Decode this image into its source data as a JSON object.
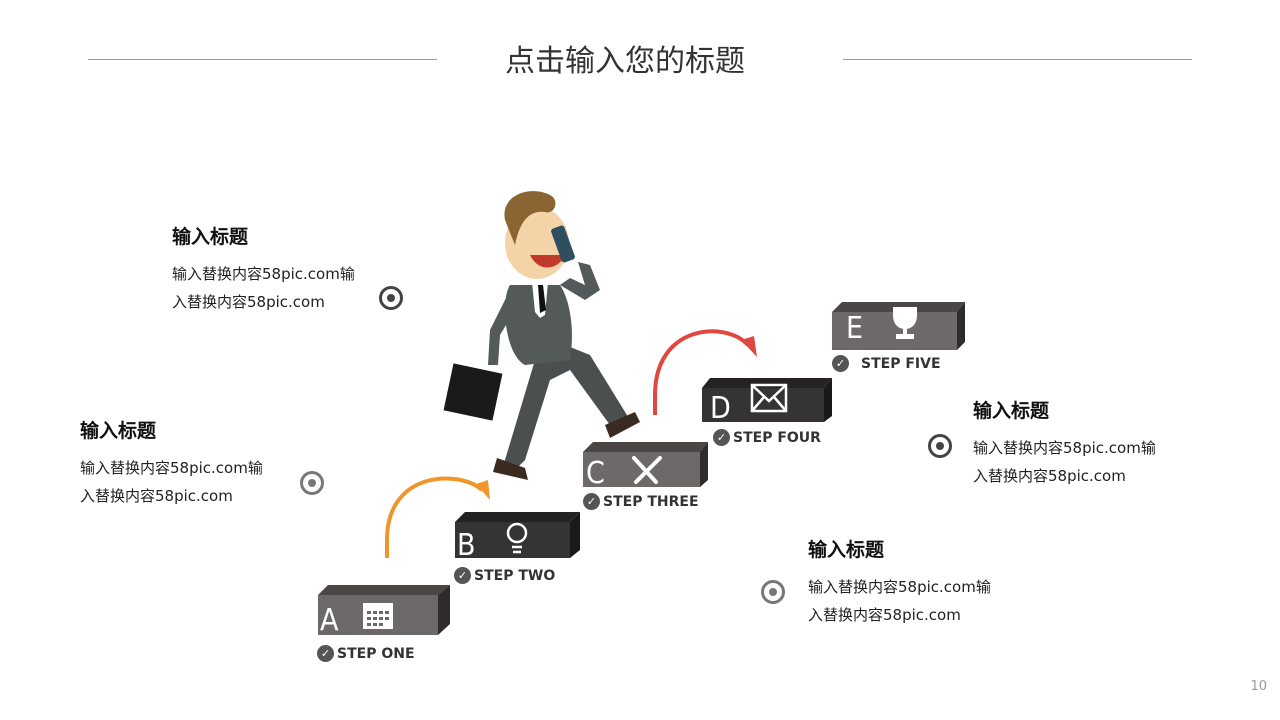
{
  "header": {
    "title": "点击输入您的标题"
  },
  "page_number": "10",
  "steps": [
    {
      "letter": "A",
      "label": "STEP ONE",
      "icon": "calendar-icon"
    },
    {
      "letter": "B",
      "label": "STEP TWO",
      "icon": "lightbulb-icon"
    },
    {
      "letter": "C",
      "label": "STEP THREE",
      "icon": "tools-icon"
    },
    {
      "letter": "D",
      "label": "STEP FOUR",
      "icon": "envelope-icon"
    },
    {
      "letter": "E",
      "label": "STEP FIVE",
      "icon": "trophy-icon"
    }
  ],
  "blocks": [
    {
      "title": "输入标题",
      "line1": "输入替换内容58pic.com输",
      "line2": "入替换内容58pic.com"
    },
    {
      "title": "输入标题",
      "line1": "输入替换内容58pic.com输",
      "line2": "入替换内容58pic.com"
    },
    {
      "title": "输入标题",
      "line1": "输入替换内容58pic.com输",
      "line2": "入替换内容58pic.com"
    },
    {
      "title": "输入标题",
      "line1": "输入替换内容58pic.com输",
      "line2": "入替换内容58pic.com"
    }
  ],
  "colors": {
    "orange": "#f0952a",
    "red": "#e0473f",
    "dark_block": "#353334",
    "gray_block": "#6e6969"
  }
}
